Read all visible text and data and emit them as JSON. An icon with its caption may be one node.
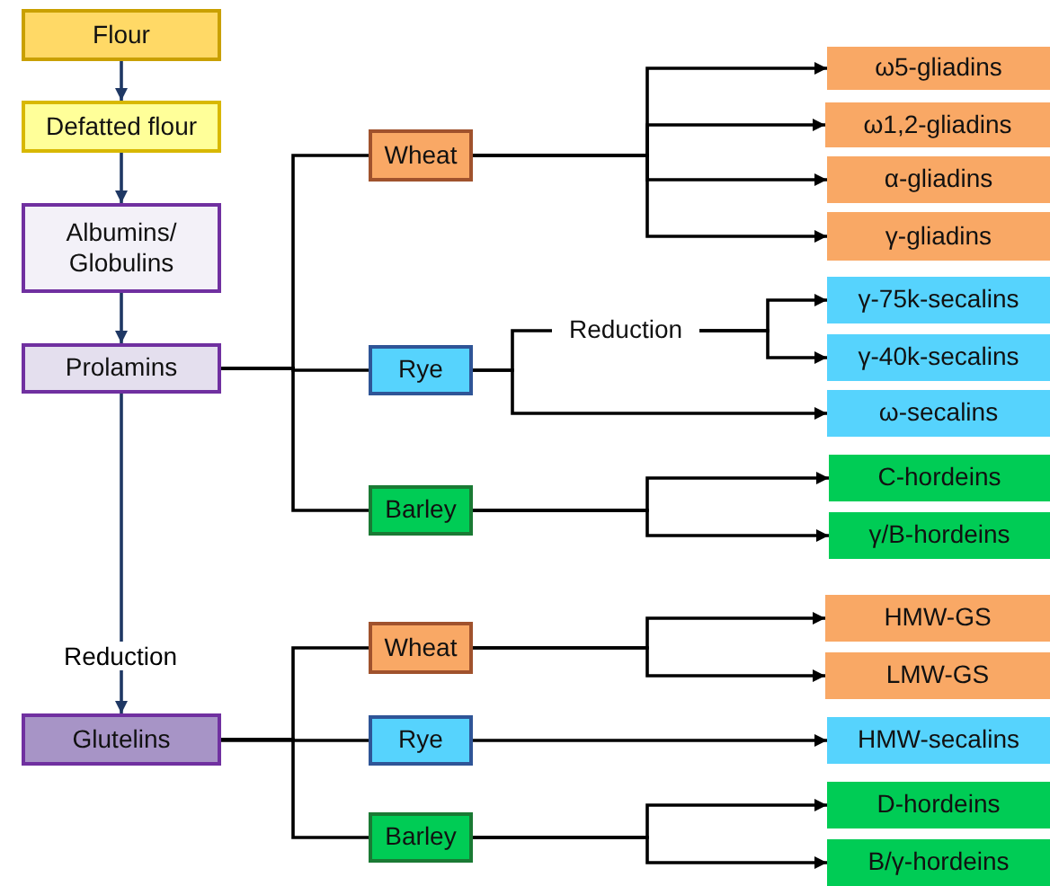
{
  "diagram": {
    "nodes": [
      {
        "text": [
          "Flour"
        ]
      },
      {
        "text": [
          "Defatted flour"
        ]
      },
      {
        "text": [
          "Albumins/ Globulins"
        ]
      },
      {
        "text": [
          "Prolamins"
        ]
      },
      {
        "text": [
          "Glutelins"
        ]
      },
      {
        "text": [
          "Wheat"
        ]
      },
      {
        "text": [
          "Rye"
        ]
      },
      {
        "text": [
          "Barley"
        ]
      },
      {
        "text": [
          "Wheat"
        ]
      },
      {
        "text": [
          "Rye"
        ]
      },
      {
        "text": [
          "Barley"
        ]
      },
      {
        "text": [
          "Reduction"
        ]
      },
      {
        "text": [
          "ω5-gliadins"
        ]
      },
      {
        "text": [
          "ω1,2-gliadins"
        ]
      },
      {
        "text": [
          "α-gliadins"
        ]
      },
      {
        "text": [
          "γ-gliadins"
        ]
      },
      {
        "text": [
          "γ-75k-secalins"
        ]
      },
      {
        "text": [
          "γ-40k-secalins"
        ]
      },
      {
        "text": [
          "ω-secalins"
        ]
      },
      {
        "text": [
          "C-hordeins"
        ]
      },
      {
        "text": [
          "γ/B-hordeins"
        ]
      },
      {
        "text": [
          "HMW-GS"
        ]
      },
      {
        "text": [
          "LMW-GS"
        ]
      },
      {
        "text": [
          "HMW-secalins"
        ]
      },
      {
        "text": [
          "D-hordeins"
        ]
      },
      {
        "text": [
          "B/γ-hordeins"
        ]
      }
    ],
    "edges": [
      {
        "from": 0,
        "to": 1,
        "arrow": "to",
        "color": "#1f3864"
      },
      {
        "from": 1,
        "to": 2,
        "arrow": "to",
        "color": "#1f3864"
      },
      {
        "from": 2,
        "to": 3,
        "arrow": "to",
        "color": "#1f3864"
      },
      {
        "from": 3,
        "to": 4,
        "arrow": "to",
        "color": "#1f3864",
        "label": "Reduction"
      },
      {
        "from": 3,
        "to": 5,
        "arrow": "none"
      },
      {
        "from": 3,
        "to": 6,
        "arrow": "none"
      },
      {
        "from": 3,
        "to": 7,
        "arrow": "none"
      },
      {
        "from": 4,
        "to": 8,
        "arrow": "none"
      },
      {
        "from": 4,
        "to": 9,
        "arrow": "none"
      },
      {
        "from": 4,
        "to": 10,
        "arrow": "none"
      },
      {
        "from": 5,
        "to": 12,
        "arrow": "to"
      },
      {
        "from": 5,
        "to": 13,
        "arrow": "to"
      },
      {
        "from": 5,
        "to": 14,
        "arrow": "to"
      },
      {
        "from": 5,
        "to": 15,
        "arrow": "to"
      },
      {
        "from": 6,
        "to": 11,
        "arrow": "none"
      },
      {
        "from": 11,
        "to": 16,
        "arrow": "to"
      },
      {
        "from": 11,
        "to": 17,
        "arrow": "to"
      },
      {
        "from": 6,
        "to": 18,
        "arrow": "to"
      },
      {
        "from": 7,
        "to": 19,
        "arrow": "to"
      },
      {
        "from": 7,
        "to": 20,
        "arrow": "to"
      },
      {
        "from": 8,
        "to": 21,
        "arrow": "to"
      },
      {
        "from": 8,
        "to": 22,
        "arrow": "to"
      },
      {
        "from": 9,
        "to": 23,
        "arrow": "to"
      },
      {
        "from": 10,
        "to": 24,
        "arrow": "to"
      },
      {
        "from": 10,
        "to": 25,
        "arrow": "to"
      }
    ]
  }
}
